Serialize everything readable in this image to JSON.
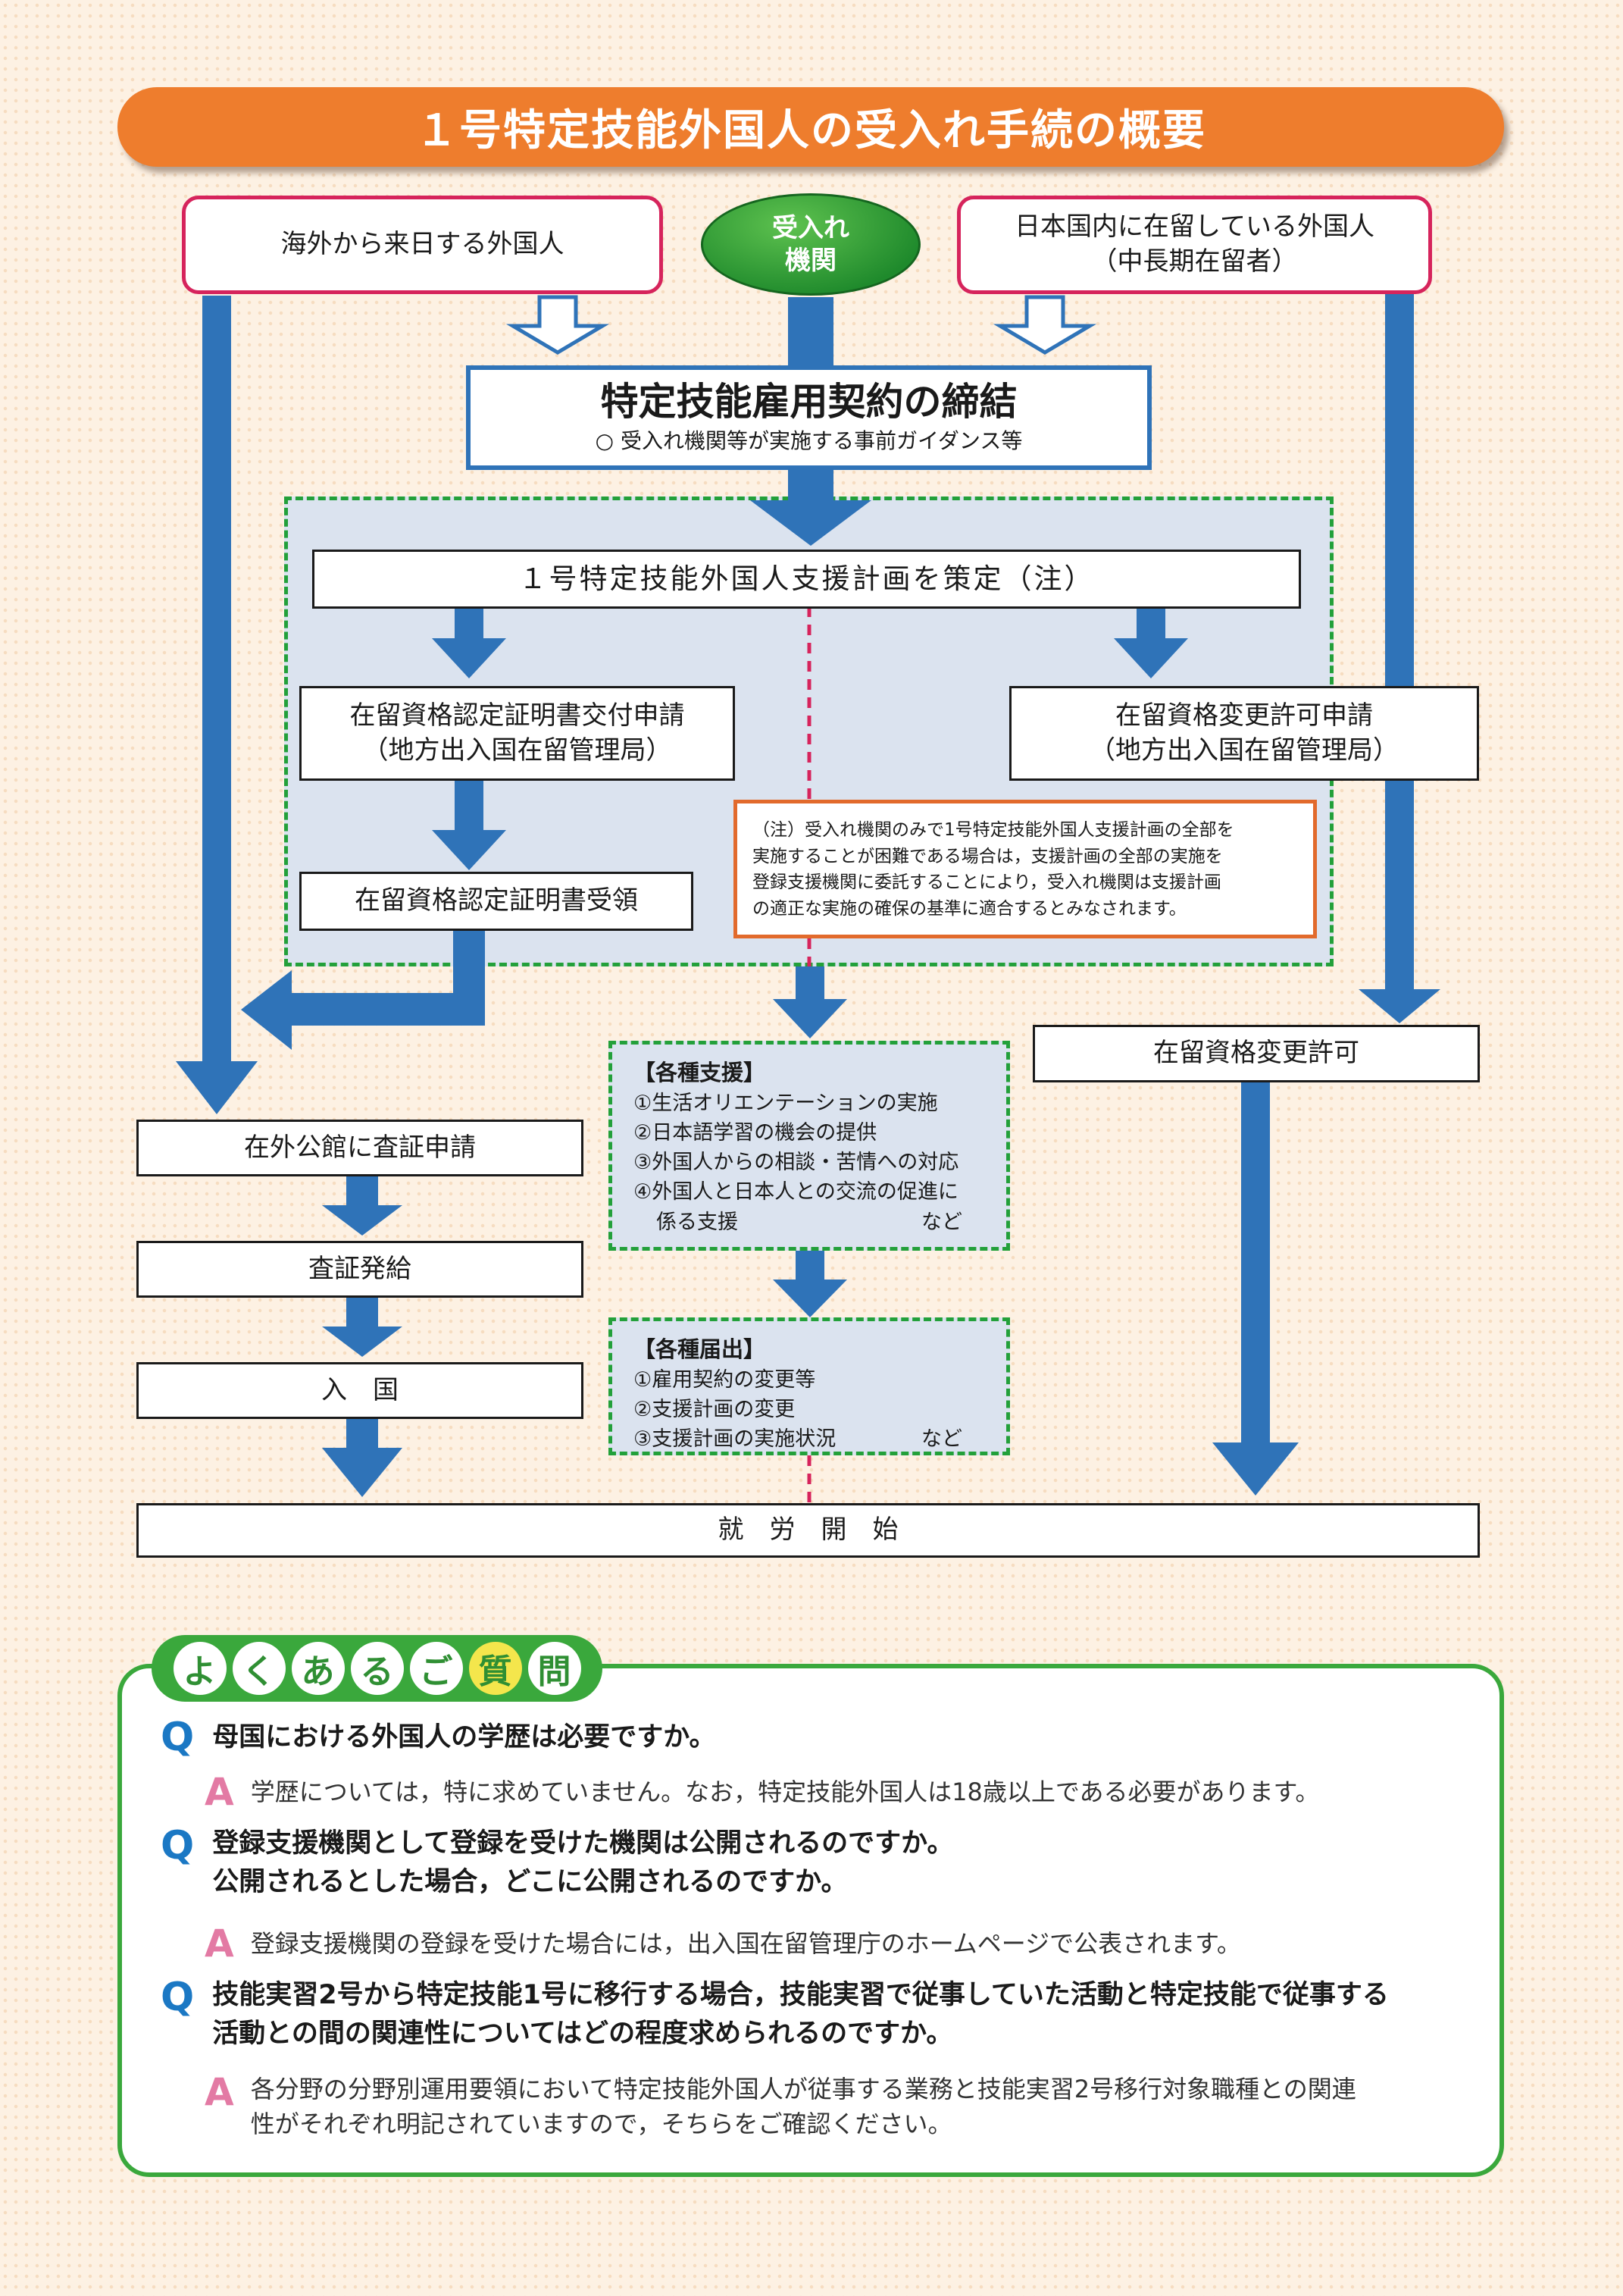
{
  "title": "１号特定技能外国人の受入れ手続の概要",
  "flow": {
    "overseas": "海外から来日する外国人",
    "host_line1": "受入れ",
    "host_line2": "機関",
    "domestic_line1": "日本国内に在留している外国人",
    "domestic_line2": "（中長期在留者）",
    "contract_title": "特定技能雇用契約の締結",
    "contract_sub": "○ 受入れ機関等が実施する事前ガイダンス等",
    "plan": "１号特定技能外国人支援計画を策定（注）",
    "coe_apply_line1": "在留資格認定証明書交付申請",
    "coe_apply_line2": "（地方出入国在留管理局）",
    "change_apply_line1": "在留資格変更許可申請",
    "change_apply_line2": "（地方出入国在留管理局）",
    "coe_receive": "在留資格認定証明書受領",
    "note_line1": "（注）受入れ機関のみで1号特定技能外国人支援計画の全部を",
    "note_line2": "実施することが困難である場合は，支援計画の全部の実施を",
    "note_line3": "登録支援機関に委託することにより，受入れ機関は支援計画",
    "note_line4": "の適正な実施の確保の基準に適合するとみなされます。",
    "change_permit": "在留資格変更許可",
    "visa_apply": "在外公館に査証申請",
    "visa_issue": "査証発給",
    "entry": "入　国",
    "support_title": "【各種支援】",
    "support_1": "①生活オリエンテーションの実施",
    "support_2": "②日本語学習の機会の提供",
    "support_3": "③外国人からの相談・苦情への対応",
    "support_4": "④外国人と日本人との交流の促進に",
    "support_5": "係る支援",
    "support_etc": "など",
    "filing_title": "【各種届出】",
    "filing_1": "①雇用契約の変更等",
    "filing_2": "②支援計画の変更",
    "filing_3": "③支援計画の実施状況",
    "filing_etc": "など",
    "start_work": "就　労　開　始"
  },
  "faq": {
    "title_chars": [
      "よ",
      "く",
      "あ",
      "る",
      "ご",
      "質",
      "問"
    ],
    "q_mark": "Q",
    "a_mark": "A",
    "q1": "母国における外国人の学歴は必要ですか。",
    "a1": "学歴については，特に求めていません。なお，特定技能外国人は18歳以上である必要があります。",
    "q2_line1": "登録支援機関として登録を受けた機関は公開されるのですか。",
    "q2_line2": "公開されるとした場合，どこに公開されるのですか。",
    "a2": "登録支援機関の登録を受けた場合には，出入国在留管理庁のホームページで公表されます。",
    "q3_line1": "技能実習2号から特定技能1号に移行する場合，技能実習で従事していた活動と特定技能で従事する",
    "q3_line2": "活動との間の関連性についてはどの程度求められるのですか。",
    "a3_line1": "各分野の分野別運用要領において特定技能外国人が従事する業務と技能実習2号移行対象職種との関連",
    "a3_line2": "性がそれぞれ明記されていますので，そちらをご確認ください。"
  },
  "colors": {
    "orange": "#ee7d2d",
    "blue": "#2f73b8",
    "pink": "#d6245c",
    "green": "#3aa83c",
    "q_blue": "#1b78c4",
    "a_pink": "#e37aa4"
  }
}
